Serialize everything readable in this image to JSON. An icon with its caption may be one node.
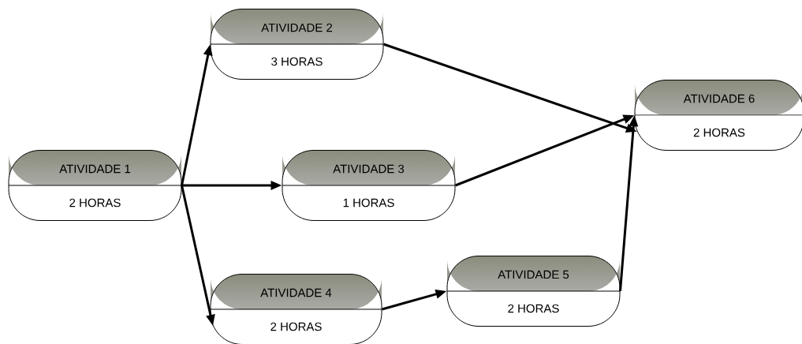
{
  "diagram": {
    "nodes": [
      {
        "text": [
          "ATIVIDADE 1",
          "2 HORAS"
        ]
      },
      {
        "text": [
          "ATIVIDADE 2",
          "3 HORAS"
        ]
      },
      {
        "text": [
          "ATIVIDADE 3",
          "1 HORAS"
        ]
      },
      {
        "text": [
          "ATIVIDADE 4",
          "2 HORAS"
        ]
      },
      {
        "text": [
          "ATIVIDADE 5",
          "2 HORAS"
        ]
      },
      {
        "text": [
          "ATIVIDADE 6",
          "2 HORAS"
        ]
      }
    ],
    "edges": [
      {
        "from": 0,
        "to": 1,
        "arrow": "to"
      },
      {
        "from": 0,
        "to": 2,
        "arrow": "to"
      },
      {
        "from": 0,
        "to": 3,
        "arrow": "to"
      },
      {
        "from": 1,
        "to": 5,
        "arrow": "to"
      },
      {
        "from": 2,
        "to": 5,
        "arrow": "to"
      },
      {
        "from": 3,
        "to": 4,
        "arrow": "to"
      },
      {
        "from": 4,
        "to": 5,
        "arrow": "to"
      }
    ]
  }
}
